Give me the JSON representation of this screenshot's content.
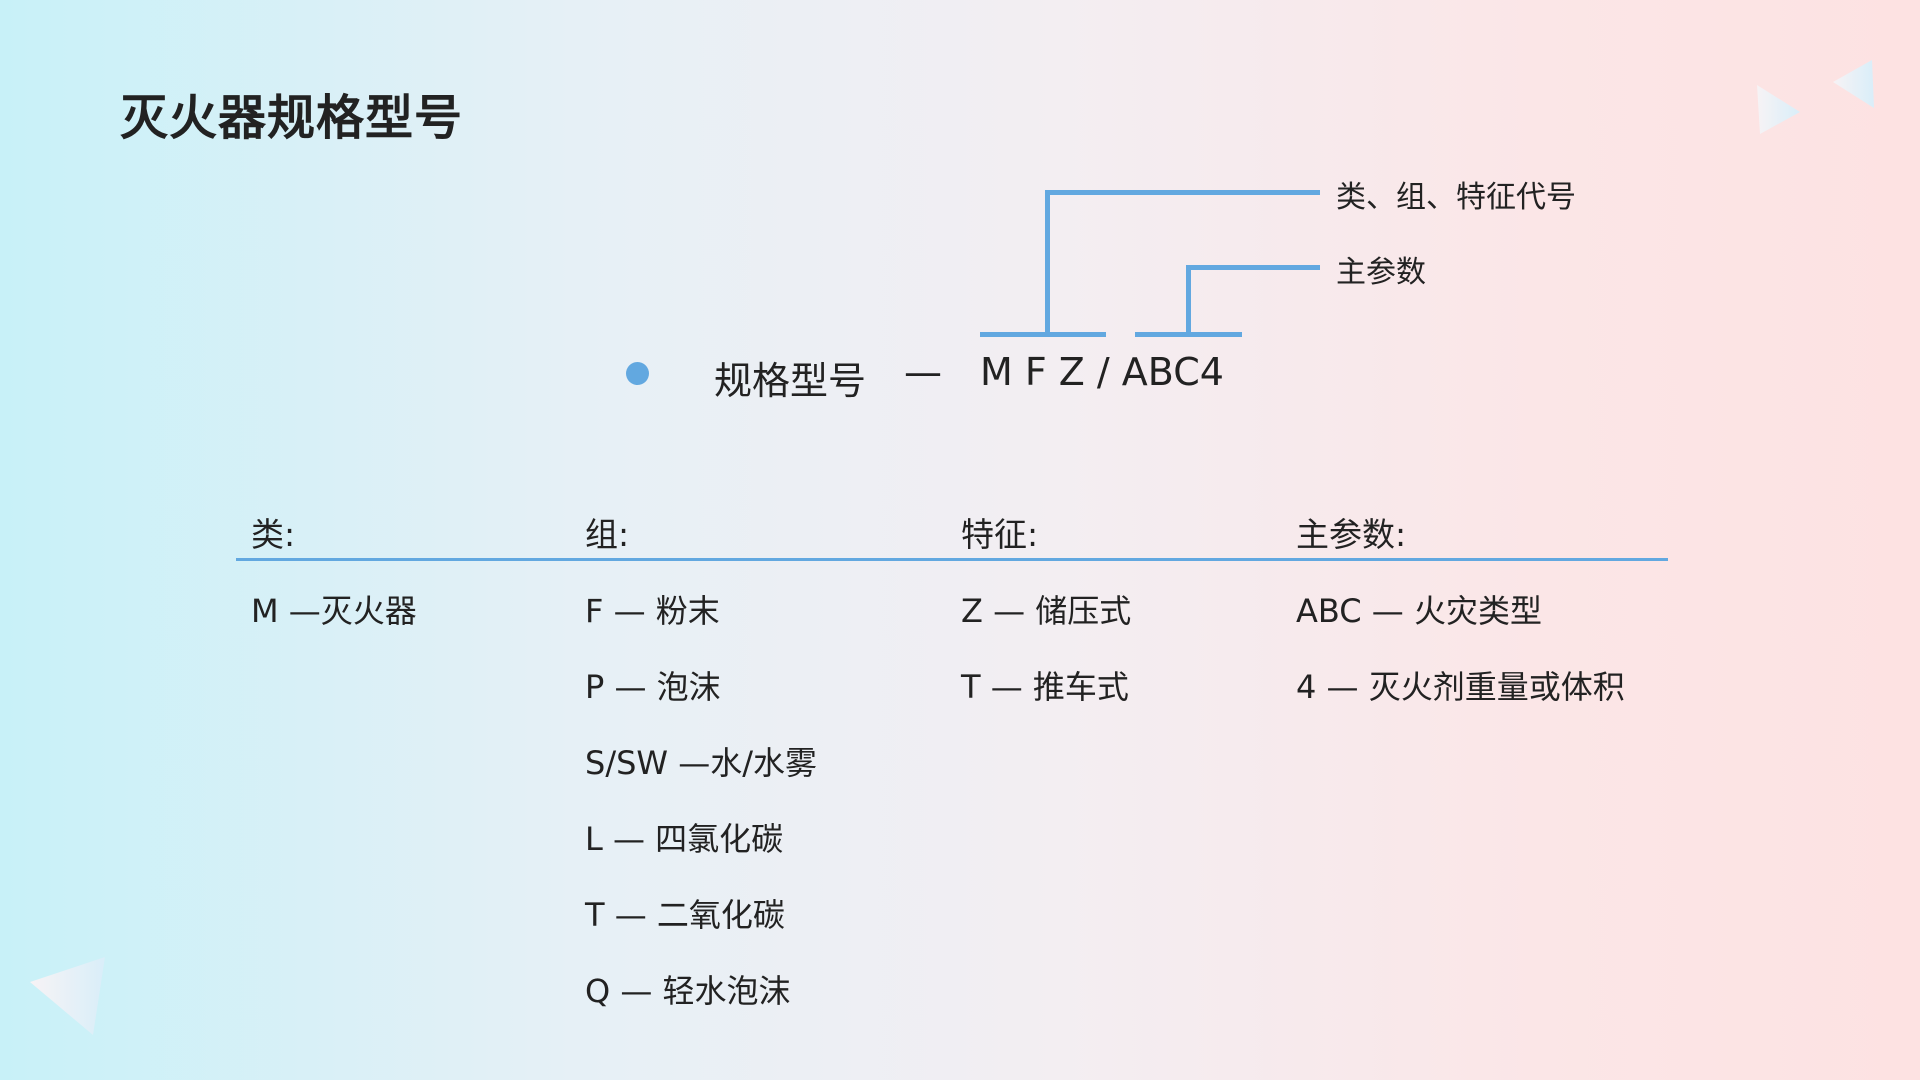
{
  "title": "灭火器规格型号",
  "diagram": {
    "label_top": "类、组、特征代号",
    "label_bottom": "主参数",
    "spec_label": "规格型号",
    "dash": "—",
    "spec_code": "M F Z / ABC4"
  },
  "table": {
    "headers": [
      "类:",
      "组:",
      "特征:",
      "主参数:"
    ],
    "columns": [
      [
        "M —灭火器"
      ],
      [
        "F — 粉末",
        "P — 泡沫",
        "S/SW —水/水雾",
        "L — 四氯化碳",
        "T — 二氧化碳",
        "Q — 轻水泡沫"
      ],
      [
        "Z — 储压式",
        "T — 推车式"
      ],
      [
        "ABC — 火灾类型",
        "4 — 灭火剂重量或体积"
      ]
    ]
  },
  "colors": {
    "accent": "#62a8e0"
  }
}
